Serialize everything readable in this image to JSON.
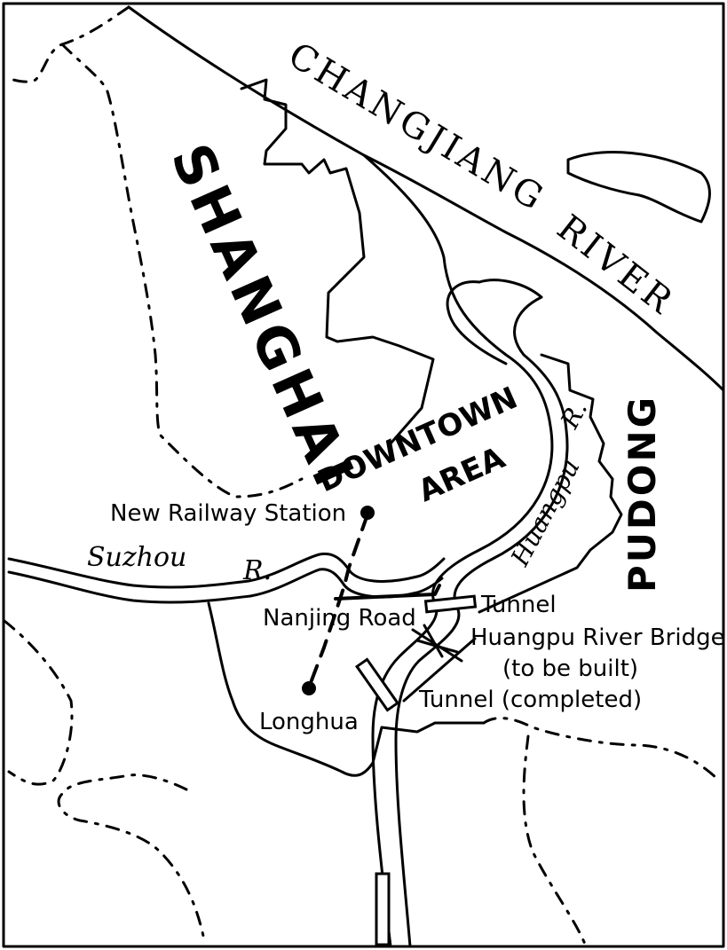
{
  "labels": {
    "changjiang": "CHANGJIANG",
    "river": "RIVER",
    "shanghai": "SHANGHAI",
    "downtown": "DOWNTOWN",
    "area": "AREA",
    "pudong": "PUDONG",
    "huangpu": "Huangpu",
    "huangpu_r": "R.",
    "suzhou": "Suzhou",
    "suzhou_r": "R.",
    "new_railway_station": "New Railway Station",
    "nanjing_road": "Nanjing Road",
    "tunnel": "Tunnel",
    "bridge": "Huangpu River Bridge",
    "bridge_note": "(to be built)",
    "tunnel_completed": "Tunnel (completed)",
    "longhua": "Longhua"
  }
}
